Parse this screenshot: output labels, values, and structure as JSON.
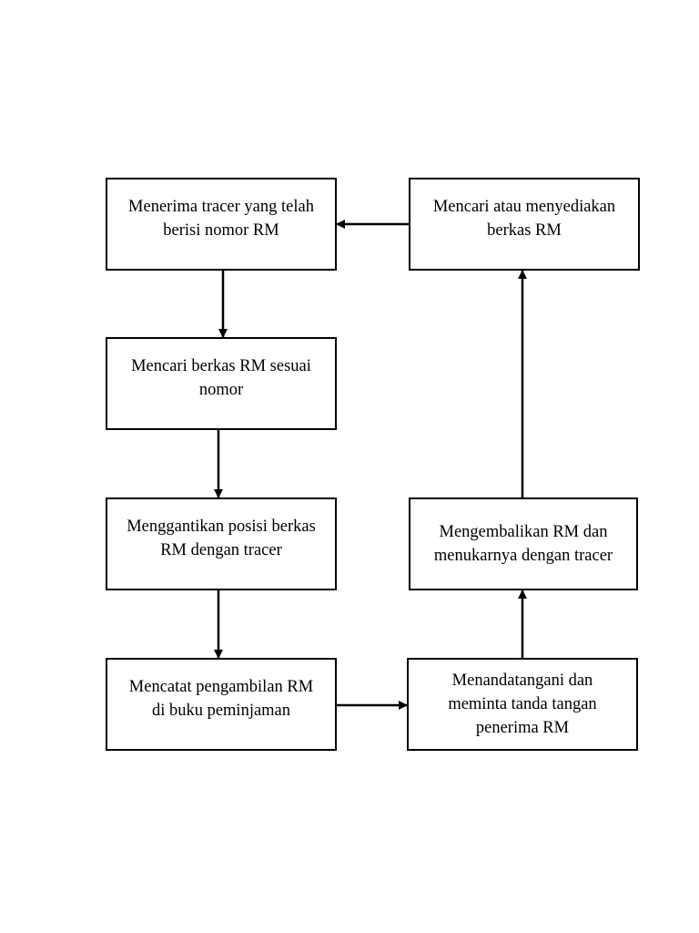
{
  "flowchart": {
    "steps": [
      {
        "id": "step-1",
        "text": "Menerima tracer yang telah\nberisi nomor RM"
      },
      {
        "id": "step-2",
        "text": "Mencari berkas RM sesuai\nnomor"
      },
      {
        "id": "step-3",
        "text": "Menggantikan posisi berkas\nRM dengan tracer"
      },
      {
        "id": "step-4",
        "text": "Mencatat pengambilan RM\ndi buku peminjaman"
      },
      {
        "id": "step-5",
        "text": "Menandatangani dan\nmeminta tanda tangan\npenerima RM"
      },
      {
        "id": "step-6",
        "text": "Mengembalikan RM dan\nmenukarnya dengan tracer"
      },
      {
        "id": "step-7",
        "text": "Mencari atau menyediakan\nberkas RM"
      }
    ],
    "connections": [
      {
        "from": "step-1",
        "to": "step-2"
      },
      {
        "from": "step-2",
        "to": "step-3"
      },
      {
        "from": "step-3",
        "to": "step-4"
      },
      {
        "from": "step-4",
        "to": "step-5"
      },
      {
        "from": "step-5",
        "to": "step-6"
      },
      {
        "from": "step-6",
        "to": "step-7"
      },
      {
        "from": "step-7",
        "to": "step-1"
      }
    ],
    "colors": {
      "stroke": "#000000",
      "background": "#ffffff"
    }
  }
}
